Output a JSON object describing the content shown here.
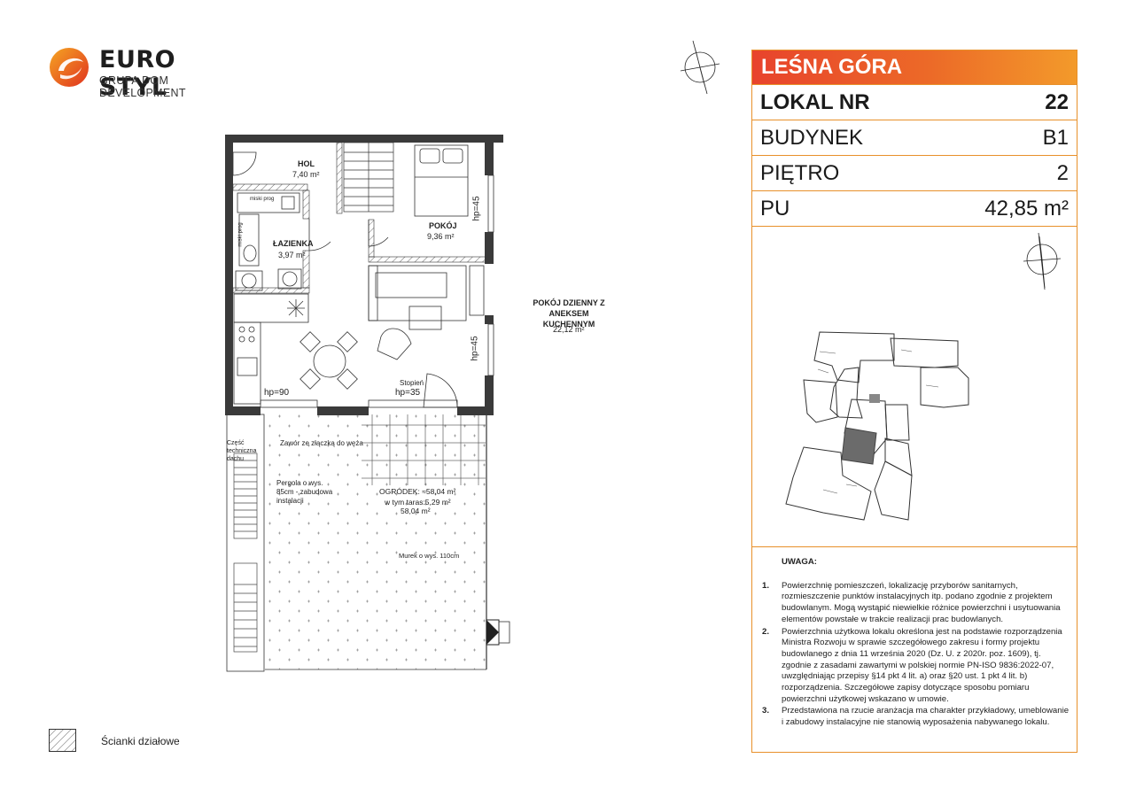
{
  "logo": {
    "brand": "EURO STYL",
    "subtitle": "GRUPA DOM DEVELOPMENT"
  },
  "panel": {
    "project": "LEŚNA GÓRA",
    "rows": [
      {
        "label": "LOKAL NR",
        "value": "22"
      },
      {
        "label": "BUDYNEK",
        "value": "B1"
      },
      {
        "label": "PIĘTRO",
        "value": "2"
      },
      {
        "label": "PU",
        "value": "42,85 m²"
      }
    ]
  },
  "notes": {
    "heading": "UWAGA:",
    "items": [
      {
        "num": "1.",
        "text": "Powierzchnię pomieszczeń, lokalizację przyborów sanitarnych, rozmieszczenie punktów instalacyjnych itp. podano zgodnie z projektem budowlanym. Mogą wystąpić niewielkie różnice powierzchni i usytuowania elementów powstałe w trakcie realizacji prac budowlanych."
      },
      {
        "num": "2.",
        "text": "Powierzchnia użytkowa lokalu określona jest na podstawie rozporządzenia Ministra Rozwoju w sprawie szczegółowego zakresu i formy projektu budowlanego z dnia 11 września 2020 (Dz. U. z 2020r. poz. 1609), tj. zgodnie z zasadami zawartymi w polskiej normie PN-ISO 9836:2022-07, uwzględniając przepisy §14 pkt 4 lit. a) oraz §20 ust. 1 pkt 4 lit. b) rozporządzenia. Szczegółowe zapisy dotyczące sposobu pomiaru powierzchni użytkowej wskazano w umowie."
      },
      {
        "num": "3.",
        "text": "Przedstawiona na rzucie aranżacja ma charakter przykładowy, umeblowanie i zabudowy instalacyjne nie stanowią wyposażenia nabywanego lokalu."
      }
    ]
  },
  "legend": {
    "label": "Ścianki działowe"
  },
  "plan": {
    "hol": {
      "name": "HOL",
      "area": "7,40 m²"
    },
    "lazienka": {
      "name": "ŁAZIENKA",
      "area": "3,97 m²"
    },
    "pokoj": {
      "name": "POKÓJ",
      "area": "9,36 m²"
    },
    "living": {
      "name": "POKÓJ DZIENNY Z ANEKSEM KUCHENNYM",
      "area": "22,12 m²"
    },
    "hp90": "hp=90",
    "hp35": "hp=35",
    "hp45a": "hp=45",
    "hp45b": "hp=45",
    "stopien": "Stopień",
    "zawor": "Zawór ze złączką do węża",
    "pergola": "Pergola o wys. 85cm - zabudowa instalacji",
    "ogrodek": "OGRÓDEK: ≈58,04 m²",
    "taras": "w tym taras:5,29 m²",
    "ogrodek_area": "58,04 m²",
    "murek": "Murek o wys. 110cm",
    "czesc": "Część techniczna dachu",
    "miski1": "miski prog",
    "miski2": "miski prog"
  },
  "colors": {
    "accent": "#e8432c",
    "accent2": "#f39a2a",
    "wall": "#3a3a3a"
  }
}
